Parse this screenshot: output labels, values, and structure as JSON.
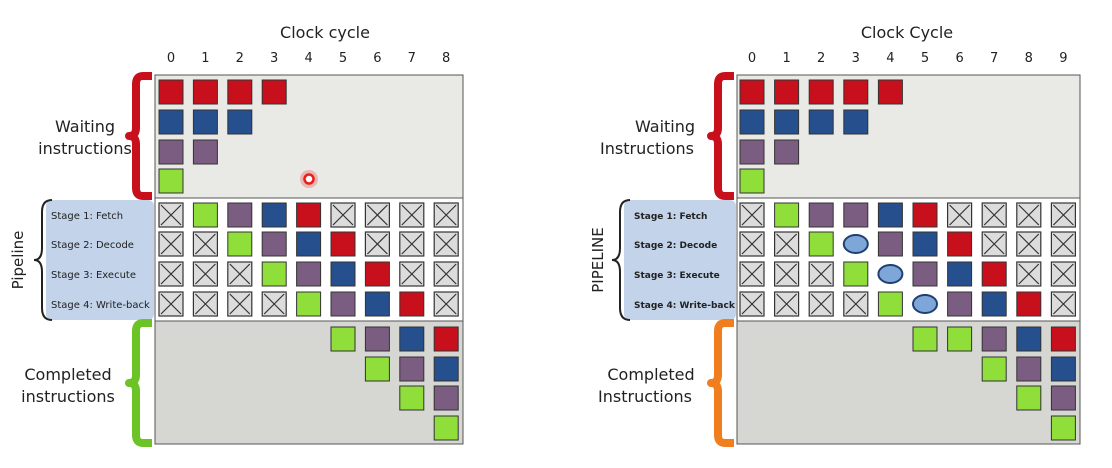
{
  "colors": {
    "red": "#c8101c",
    "blue": "#264f8e",
    "purple": "#7b5d82",
    "green": "#8fde3a",
    "empty": "#dcdcdc",
    "stall_bubble": "#7ea6d8",
    "section_bg": "#e9e9e6",
    "completed_bg": "#d6d6d3",
    "pipeline_label_bg": "#c2d3ea",
    "brace_waiting": "#c8101c",
    "brace_completed_left": "#6cc325",
    "brace_completed_right": "#f07e1e",
    "pointer_marker": "#e8201a"
  },
  "diagrams": [
    {
      "title": "Clock cycle",
      "cycles": [
        "0",
        "1",
        "2",
        "3",
        "4",
        "5",
        "6",
        "7",
        "8"
      ],
      "waiting_label": [
        "Waiting",
        "instructions"
      ],
      "pipeline_label": "Pipeline",
      "completed_label": [
        "Completed",
        "instructions"
      ],
      "stages": [
        "Stage 1: Fetch",
        "Stage 2: Decode",
        "Stage 3: Execute",
        "Stage 4: Write-back"
      ],
      "waiting_grid": [
        [
          "red",
          "blue",
          "purple",
          "green"
        ],
        [
          "red",
          "blue",
          "purple"
        ],
        [
          "red",
          "blue"
        ],
        [
          "red"
        ],
        []
      ],
      "pipeline_grid": [
        [
          "empty",
          "empty",
          "empty",
          "empty"
        ],
        [
          "green",
          "empty",
          "empty",
          "empty"
        ],
        [
          "purple",
          "green",
          "empty",
          "empty"
        ],
        [
          "blue",
          "purple",
          "green",
          "empty"
        ],
        [
          "red",
          "blue",
          "purple",
          "green"
        ],
        [
          "empty",
          "red",
          "blue",
          "purple"
        ],
        [
          "empty",
          "empty",
          "red",
          "blue"
        ],
        [
          "empty",
          "empty",
          "empty",
          "red"
        ],
        [
          "empty",
          "empty",
          "empty",
          "empty"
        ]
      ],
      "completed_grid": [
        [],
        [],
        [],
        [],
        [],
        [
          "green"
        ],
        [
          "purple",
          "green"
        ],
        [
          "blue",
          "purple",
          "green"
        ],
        [
          "red",
          "blue",
          "purple",
          "green"
        ]
      ]
    },
    {
      "title": "Clock Cycle",
      "cycles": [
        "0",
        "1",
        "2",
        "3",
        "4",
        "5",
        "6",
        "7",
        "8",
        "9"
      ],
      "waiting_label": [
        "Waiting",
        "Instructions"
      ],
      "pipeline_label": "PIPELINE",
      "completed_label": [
        "Completed",
        "Instructions"
      ],
      "stages": [
        "Stage 1: Fetch",
        "Stage 2: Decode",
        "Stage 3: Execute",
        "Stage 4: Write-back"
      ],
      "waiting_grid": [
        [
          "red",
          "blue",
          "purple",
          "green"
        ],
        [
          "red",
          "blue",
          "purple"
        ],
        [
          "red",
          "blue"
        ],
        [
          "red",
          "blue"
        ],
        [
          "red"
        ],
        [],
        [],
        [],
        [],
        []
      ],
      "pipeline_grid": [
        [
          "empty",
          "empty",
          "empty",
          "empty"
        ],
        [
          "green",
          "empty",
          "empty",
          "empty"
        ],
        [
          "purple",
          "green",
          "empty",
          "empty"
        ],
        [
          "purple",
          "bubble",
          "green",
          "empty"
        ],
        [
          "blue",
          "purple",
          "bubble",
          "green"
        ],
        [
          "red",
          "blue",
          "purple",
          "bubble"
        ],
        [
          "empty",
          "red",
          "blue",
          "purple"
        ],
        [
          "empty",
          "empty",
          "red",
          "blue"
        ],
        [
          "empty",
          "empty",
          "empty",
          "red"
        ],
        [
          "empty",
          "empty",
          "empty",
          "empty"
        ]
      ],
      "completed_grid": [
        [],
        [],
        [],
        [],
        [],
        [
          "green"
        ],
        [
          "green"
        ],
        [
          "purple",
          "green"
        ],
        [
          "blue",
          "purple",
          "green"
        ],
        [
          "red",
          "blue",
          "purple",
          "green"
        ]
      ]
    }
  ]
}
